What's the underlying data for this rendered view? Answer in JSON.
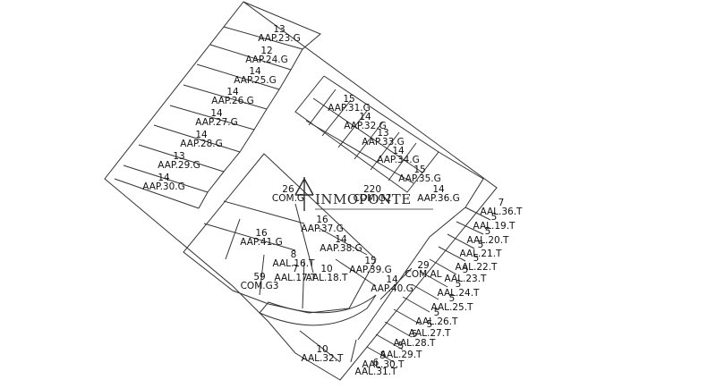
{
  "brand": {
    "name": "INMOPONTE"
  },
  "colors": {
    "line": "#333333",
    "text": "#111111",
    "background": "#ffffff"
  },
  "units": [
    {
      "area": "13",
      "code": "AAP.23.G"
    },
    {
      "area": "12",
      "code": "AAP.24.G"
    },
    {
      "area": "14",
      "code": "AAP.25.G"
    },
    {
      "area": "14",
      "code": "AAP.26.G"
    },
    {
      "area": "14",
      "code": "AAP.27.G"
    },
    {
      "area": "14",
      "code": "AAP.28.G"
    },
    {
      "area": "13",
      "code": "AAP.29.G"
    },
    {
      "area": "14",
      "code": "AAP.30.G"
    },
    {
      "area": "15",
      "code": "AAP.31.G"
    },
    {
      "area": "14",
      "code": "AAP.32.G"
    },
    {
      "area": "13",
      "code": "AAP.33.G"
    },
    {
      "area": "14",
      "code": "AAP.34.G"
    },
    {
      "area": "15",
      "code": "AAP.35.G"
    },
    {
      "area": "14",
      "code": "AAP.36.G"
    },
    {
      "area": "26",
      "code": "COM.G"
    },
    {
      "area": "220",
      "code": "COM.G2"
    },
    {
      "area": "16",
      "code": "AAP.37.G"
    },
    {
      "area": "16",
      "code": "AAP.41.G"
    },
    {
      "area": "14",
      "code": "AAP.38.G"
    },
    {
      "area": "8",
      "code": "AAL.16.T"
    },
    {
      "area": "7",
      "code": "AAL.17.T"
    },
    {
      "area": "10",
      "code": "AAL.18.T"
    },
    {
      "area": "15",
      "code": "AAP.39.G"
    },
    {
      "area": "59",
      "code": "COM.G3"
    },
    {
      "area": "14",
      "code": "AAP.40.G"
    },
    {
      "area": "29",
      "code": "COM.AL"
    },
    {
      "area": "7",
      "code": "AAL.36.T"
    },
    {
      "area": "5",
      "code": "AAL.19.T"
    },
    {
      "area": "5",
      "code": "AAL.20.T"
    },
    {
      "area": "5",
      "code": "AAL.21.T"
    },
    {
      "area": "5",
      "code": "AAL.22.T"
    },
    {
      "area": "5",
      "code": "AAL.23.T"
    },
    {
      "area": "5",
      "code": "AAL.24.T"
    },
    {
      "area": "5",
      "code": "AAL.25.T"
    },
    {
      "area": "5",
      "code": "AAL.26.T"
    },
    {
      "area": "5",
      "code": "AAL.27.T"
    },
    {
      "area": "5",
      "code": "AAL.28.T"
    },
    {
      "area": "5",
      "code": "AAL.29.T"
    },
    {
      "area": "5",
      "code": "AAL.30.T"
    },
    {
      "area": "6",
      "code": "AAL.31.T"
    },
    {
      "area": "10",
      "code": "AAL.32.T"
    }
  ]
}
